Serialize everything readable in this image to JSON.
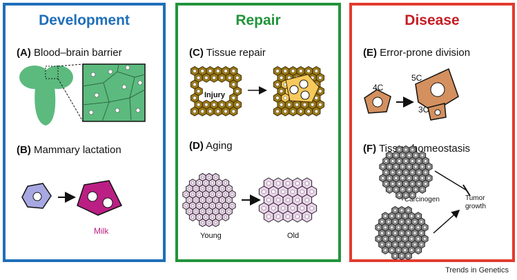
{
  "panels": {
    "development": {
      "title": "Development",
      "a_letter": "(A)",
      "a_text": "Blood–brain barrier",
      "b_letter": "(B)",
      "b_text": "Mammary lactation",
      "milk_label": "Milk"
    },
    "repair": {
      "title": "Repair",
      "c_letter": "(C)",
      "c_text": "Tissue repair",
      "injury_label": "Injury",
      "d_letter": "(D)",
      "d_text": "Aging",
      "young_label": "Young",
      "old_label": "Old"
    },
    "disease": {
      "title": "Disease",
      "e_letter": "(E)",
      "e_text": "Error-prone division",
      "label_4c": "4C",
      "label_5c": "5C",
      "label_3c": "3C",
      "f_letter": "(F)",
      "f_text": "Tissue homeostasis",
      "carcinogen_label": "+Carcinogen",
      "tumor_line1": "Tumor",
      "tumor_line2": "growth"
    }
  },
  "footer": {
    "journal": "Trends in Genetics"
  },
  "colors": {
    "development": "#1f6fb8",
    "repair": "#22943c",
    "disease": "#e23b2e",
    "brain_green": "#5cba7e",
    "hex_gold": "#9c7a18",
    "hex_yellow": "#f7c95c",
    "aging_pink": "#ecd3ec",
    "lactation_purple": "#a7a7e2",
    "lactation_magenta": "#bb1f84",
    "polyploid_orange": "#d4905e",
    "tissue_gray": "#8d8d8d"
  }
}
